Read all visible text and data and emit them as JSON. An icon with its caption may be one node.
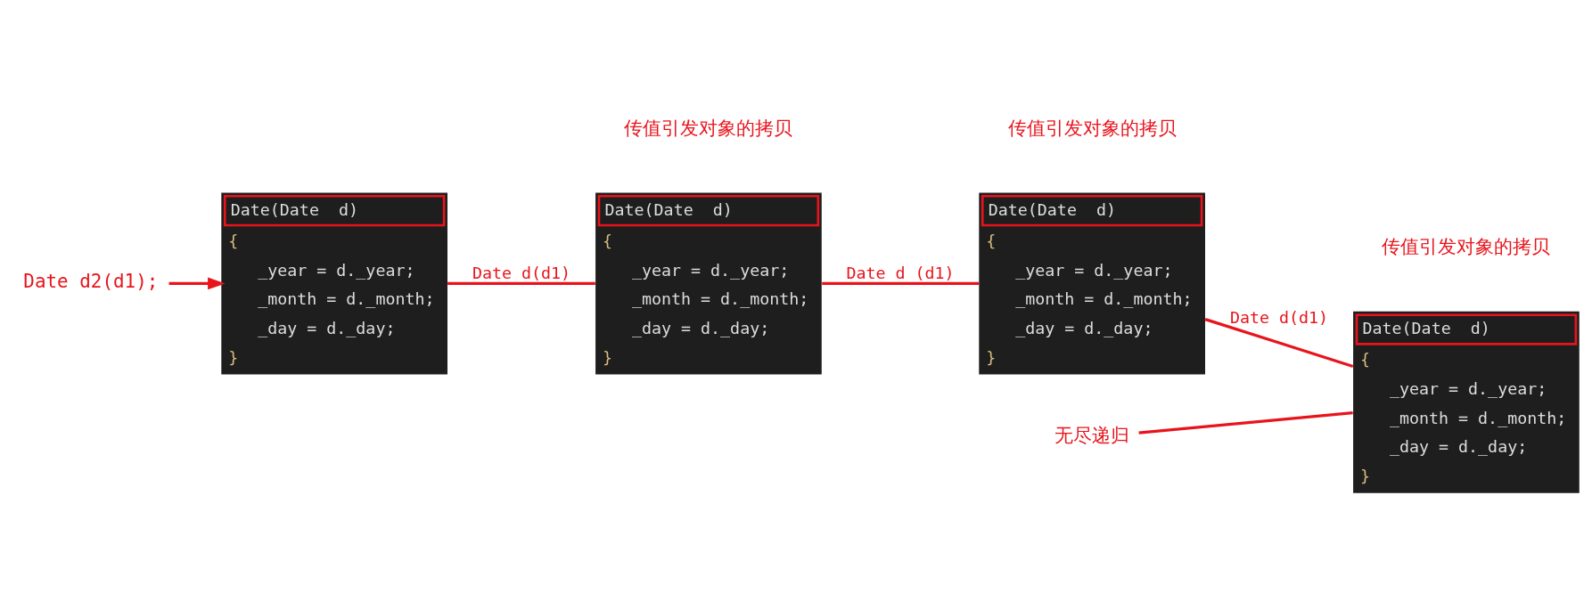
{
  "diagram": {
    "nodes": [
      {
        "text": [
          "Date d2(d1);"
        ]
      },
      {
        "text": [
          "Date(Date  d)",
          "{",
          "_year = d._year;",
          "_month = d._month;",
          "_day = d._day;",
          "}"
        ]
      },
      {
        "text": [
          "Date(Date  d)",
          "{",
          "_year = d._year;",
          "_month = d._month;",
          "_day = d._day;",
          "}"
        ]
      },
      {
        "text": [
          "Date(Date  d)",
          "{",
          "_year = d._year;",
          "_month = d._month;",
          "_day = d._day;",
          "}"
        ]
      },
      {
        "text": [
          "Date(Date  d)",
          "{",
          "_year = d._year;",
          "_month = d._month;",
          "_day = d._day;",
          "}"
        ]
      },
      {
        "text": [
          "无尽递归"
        ]
      }
    ],
    "edges": [
      {
        "from": 0,
        "to": 1,
        "arrow": "to"
      },
      {
        "from": 1,
        "to": 2,
        "arrow": "none",
        "label": "Date d(d1)"
      },
      {
        "from": 2,
        "to": 3,
        "arrow": "none",
        "label": "Date d (d1)"
      },
      {
        "from": 3,
        "to": 4,
        "arrow": "none",
        "label": "Date d(d1)"
      },
      {
        "from": 5,
        "to": 4,
        "arrow": "none"
      }
    ],
    "labels": [
      "传值引发对象的拷贝",
      "传值引发对象的拷贝",
      "传值引发对象的拷贝"
    ]
  }
}
